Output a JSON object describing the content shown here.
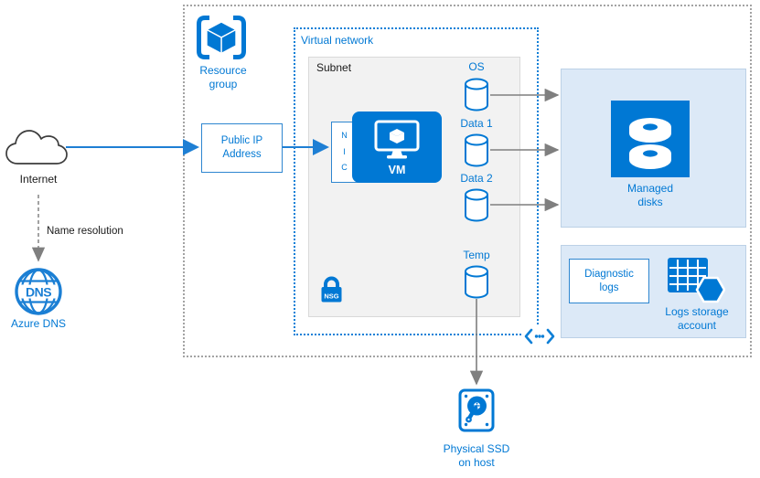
{
  "colors": {
    "accent": "#0078d4",
    "panel_blue": "#dce9f7",
    "arrow_gray": "#7f7f7f"
  },
  "internet": {
    "label": "Internet"
  },
  "dns": {
    "arrow_label": "Name resolution",
    "icon_text": "DNS",
    "label": "Azure DNS"
  },
  "resource_group": {
    "label": "Resource group"
  },
  "virtual_network": {
    "label": "Virtual network"
  },
  "subnet": {
    "label": "Subnet"
  },
  "public_ip": {
    "label": "Public IP Address"
  },
  "nic": {
    "l1": "N",
    "l2": "I",
    "l3": "C"
  },
  "vm": {
    "label": "VM"
  },
  "disks": {
    "os": "OS",
    "data1": "Data 1",
    "data2": "Data 2",
    "temp": "Temp"
  },
  "nsg": {
    "label": "NSG"
  },
  "managed_disks": {
    "label": "Managed disks"
  },
  "logs": {
    "diagnostic": "Diagnostic logs",
    "storage": "Logs storage account"
  },
  "physical_ssd": {
    "label": "Physical SSD on host"
  },
  "icons": [
    "cloud-icon",
    "dns-globe-icon",
    "resource-group-cube-icon",
    "vm-monitor-icon",
    "disk-cylinder-icon",
    "nsg-lock-icon",
    "managed-disks-icon",
    "storage-account-icon",
    "physical-ssd-icon",
    "expand-dots-icon"
  ]
}
